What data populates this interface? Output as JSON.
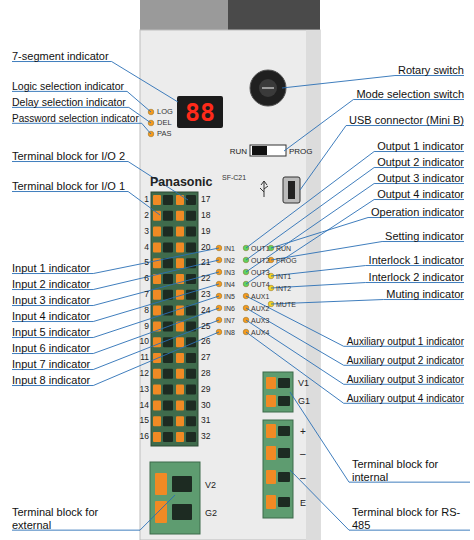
{
  "diagram": {
    "labels": [
      "7-segment indicator",
      "Logic selection indicator",
      "Delay selection indicator",
      "Password selection indicator",
      "Terminal block for I/O 2",
      "Terminal block for I/O 1",
      "Input 1 indicator",
      "Input 2 indicator",
      "Input 3 indicator",
      "Input 4 indicator",
      "Input 5 indicator",
      "Input 6 indicator",
      "Input 7 indicator",
      "Input 8 indicator",
      "Rotary switch",
      "Mode selection switch",
      "USB connector (Mini B)",
      "Output 1 indicator",
      "Output 2 indicator",
      "Output 3 indicator",
      "Output 4 indicator",
      "Operation indicator",
      "Setting indicator",
      "Interlock 1 indicator",
      "Interlock 2 indicator",
      "Muting indicator",
      "Auxiliary output 1 indicator",
      "Auxiliary output 2 indicator",
      "Auxiliary output 3 indicator",
      "Auxiliary output 4 indicator",
      "Terminal block for internal",
      "Terminal block for RS-485",
      "Terminal block for external",
      "LOG",
      "DEL",
      "PAS",
      "88",
      "RUN",
      "PROG",
      "Panasonic",
      "SF-C21",
      "1",
      "2",
      "3",
      "4",
      "5",
      "6",
      "7",
      "8",
      "9",
      "10",
      "11",
      "12",
      "13",
      "14",
      "15",
      "16",
      "17",
      "18",
      "19",
      "20",
      "21",
      "22",
      "23",
      "24",
      "25",
      "26",
      "27",
      "28",
      "29",
      "30",
      "31",
      "32",
      "IN1",
      "IN2",
      "IN3",
      "IN4",
      "IN5",
      "IN6",
      "IN7",
      "IN8",
      "OUT1",
      "OUT2",
      "OUT3",
      "OUT4",
      "RUN",
      "PROG",
      "INT1",
      "INT2",
      "MUTE",
      "AUX1",
      "AUX2",
      "AUX3",
      "AUX4",
      "V2",
      "G2",
      "V1",
      "G1",
      "+",
      "–",
      "–",
      "E"
    ]
  }
}
